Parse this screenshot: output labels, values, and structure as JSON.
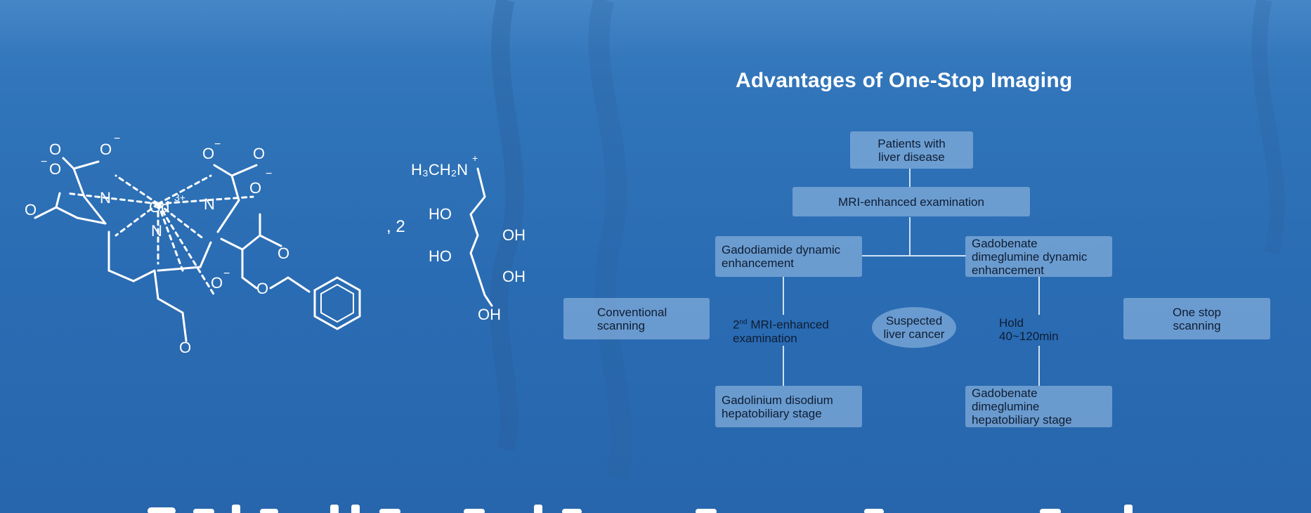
{
  "slide": {
    "title": "Advantages of One-Stop Imaging",
    "coefficient": ", 2"
  },
  "molecule": {
    "gd_label": "Gd",
    "gd_charge": "3+",
    "meglumine_label": "H₃CH₂N",
    "meglumine_charge": "+",
    "oh": "HO",
    "oh_right": "OH"
  },
  "flowchart": {
    "patients_line1": "Patients with",
    "patients_line2": "liver disease",
    "mri": "MRI-enhanced examination",
    "gadodiamide_line1": "Gadodiamide dynamic",
    "gadodiamide_line2": "enhancement",
    "gadobenate_line1": "Gadobenate",
    "gadobenate_line2": "dimeglumine dynamic",
    "gadobenate_line3": "enhancement",
    "conventional_line1": "Conventional",
    "conventional_line2": "scanning",
    "second_mri_prefix": "2",
    "second_mri_superscript": "nd",
    "second_mri_line1": "MRI-enhanced",
    "second_mri_line2": "examination",
    "suspected_line1": "Suspected",
    "suspected_line2": "liver cancer",
    "hold_line1": "Hold",
    "hold_line2": "40~120min",
    "onestop_line1": "One stop",
    "onestop_line2": "scanning",
    "gadolinium_line1": "Gadolinium disodium",
    "gadolinium_line2": "hepatobiliary stage",
    "gadobenate_hb_line1": "Gadobenate",
    "gadobenate_hb_line2": "dimeglumine",
    "gadobenate_hb_line3": "hepatobiliary stage"
  }
}
